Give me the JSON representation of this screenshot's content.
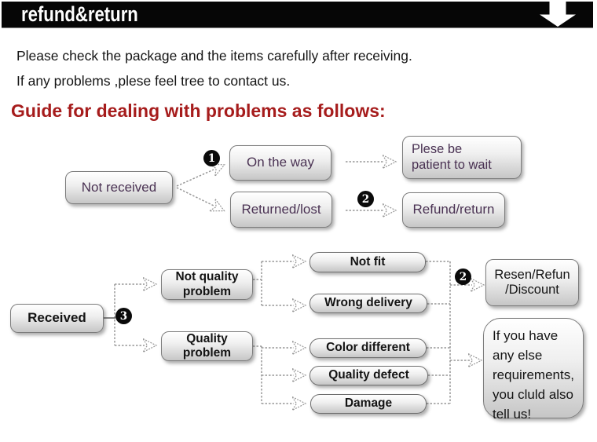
{
  "header": {
    "title": "refund&return"
  },
  "intro": {
    "line1": "Please check the package and the items carefully after receiving.",
    "line2": "If any problems ,plese feel tree to contact us."
  },
  "heading": "Guide for dealing with problems as follows:",
  "colors": {
    "banner_bg": "#060606",
    "banner_text": "#ffffff",
    "heading_red": "#a61c1c",
    "flow1_text_purple": "#4a3253",
    "flow2_text_black": "#141414",
    "connector_gray": "#999999",
    "badge_bg": "#0a0a0a"
  },
  "flow1": {
    "nodes": {
      "not_received": "Not received",
      "on_the_way": "On the way",
      "be_patient": "Plese be\npatient to wait",
      "returned_lost": "Returned/lost",
      "refund_return": "Refund/return"
    },
    "badges": {
      "step1": "1",
      "step2": "2"
    }
  },
  "flow2": {
    "nodes": {
      "received": "Received",
      "not_quality_problem": "Not quality\nproblem",
      "quality_problem": "Quality\nproblem",
      "not_fit": "Not fit",
      "wrong_delivery": "Wrong delivery",
      "color_different": "Color different",
      "quality_defect": "Quality defect",
      "damage": "Damage",
      "resend_refund_discount": "Resen/Refun\n/Discount",
      "note": "If you have\nany else\nrequirements,\nyou cluld also\ntell us!"
    },
    "badges": {
      "step3": "3",
      "step2": "2"
    }
  }
}
